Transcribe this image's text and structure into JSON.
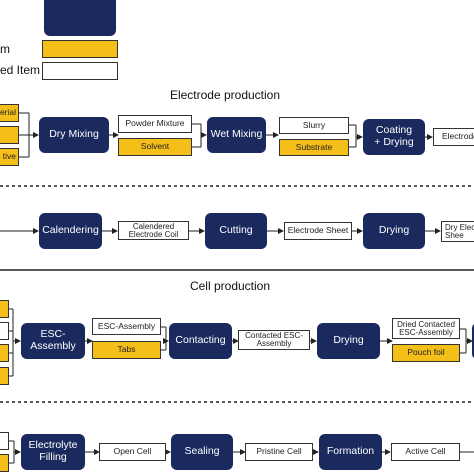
{
  "colors": {
    "process": "#1a2a5e",
    "input": "#f5bf19",
    "item": "#ffffff",
    "line": "#222222"
  },
  "legend": {
    "input_label": "m",
    "item_label": "ed Item"
  },
  "sections": {
    "electrode": "Electrode production",
    "cell": "Cell production"
  },
  "row1": {
    "left_inputs": [
      "erial",
      "",
      "tive"
    ],
    "dry_mixing": "Dry Mixing",
    "powder_mixture": "Powder Mixture",
    "solvent": "Solvent",
    "wet_mixing": "Wet Mixing",
    "slurry": "Slurry",
    "substrate": "Substrate",
    "coating": "Coating\n+ Drying",
    "electrode_cut": "Electrode"
  },
  "row2": {
    "calendering": "Calendering",
    "calendered_coil": "Calendered\nElectrode Coil",
    "cutting": "Cutting",
    "electrode_sheet": "Electrode Sheet",
    "drying": "Drying",
    "dry_electrode_cut": "Dry Elec\nShee"
  },
  "row3": {
    "esc_assembly": "ESC-\nAssembly",
    "esc_assembly_item": "ESC-Assembly",
    "tabs": "Tabs",
    "contacting": "Contacting",
    "contacted_esc": "Contacted ESC-\nAssembly",
    "drying": "Drying",
    "dried_contacted": "Dried Contacted\nESC-Assembly",
    "pouch_foil": "Pouch foil"
  },
  "row4": {
    "electrolyte_filling": "Electrolyte\nFilling",
    "open_cell": "Open Cell",
    "sealing": "Sealing",
    "pristine_cell": "Pristine Cell",
    "formation": "Formation",
    "active_cell": "Active Cell"
  }
}
